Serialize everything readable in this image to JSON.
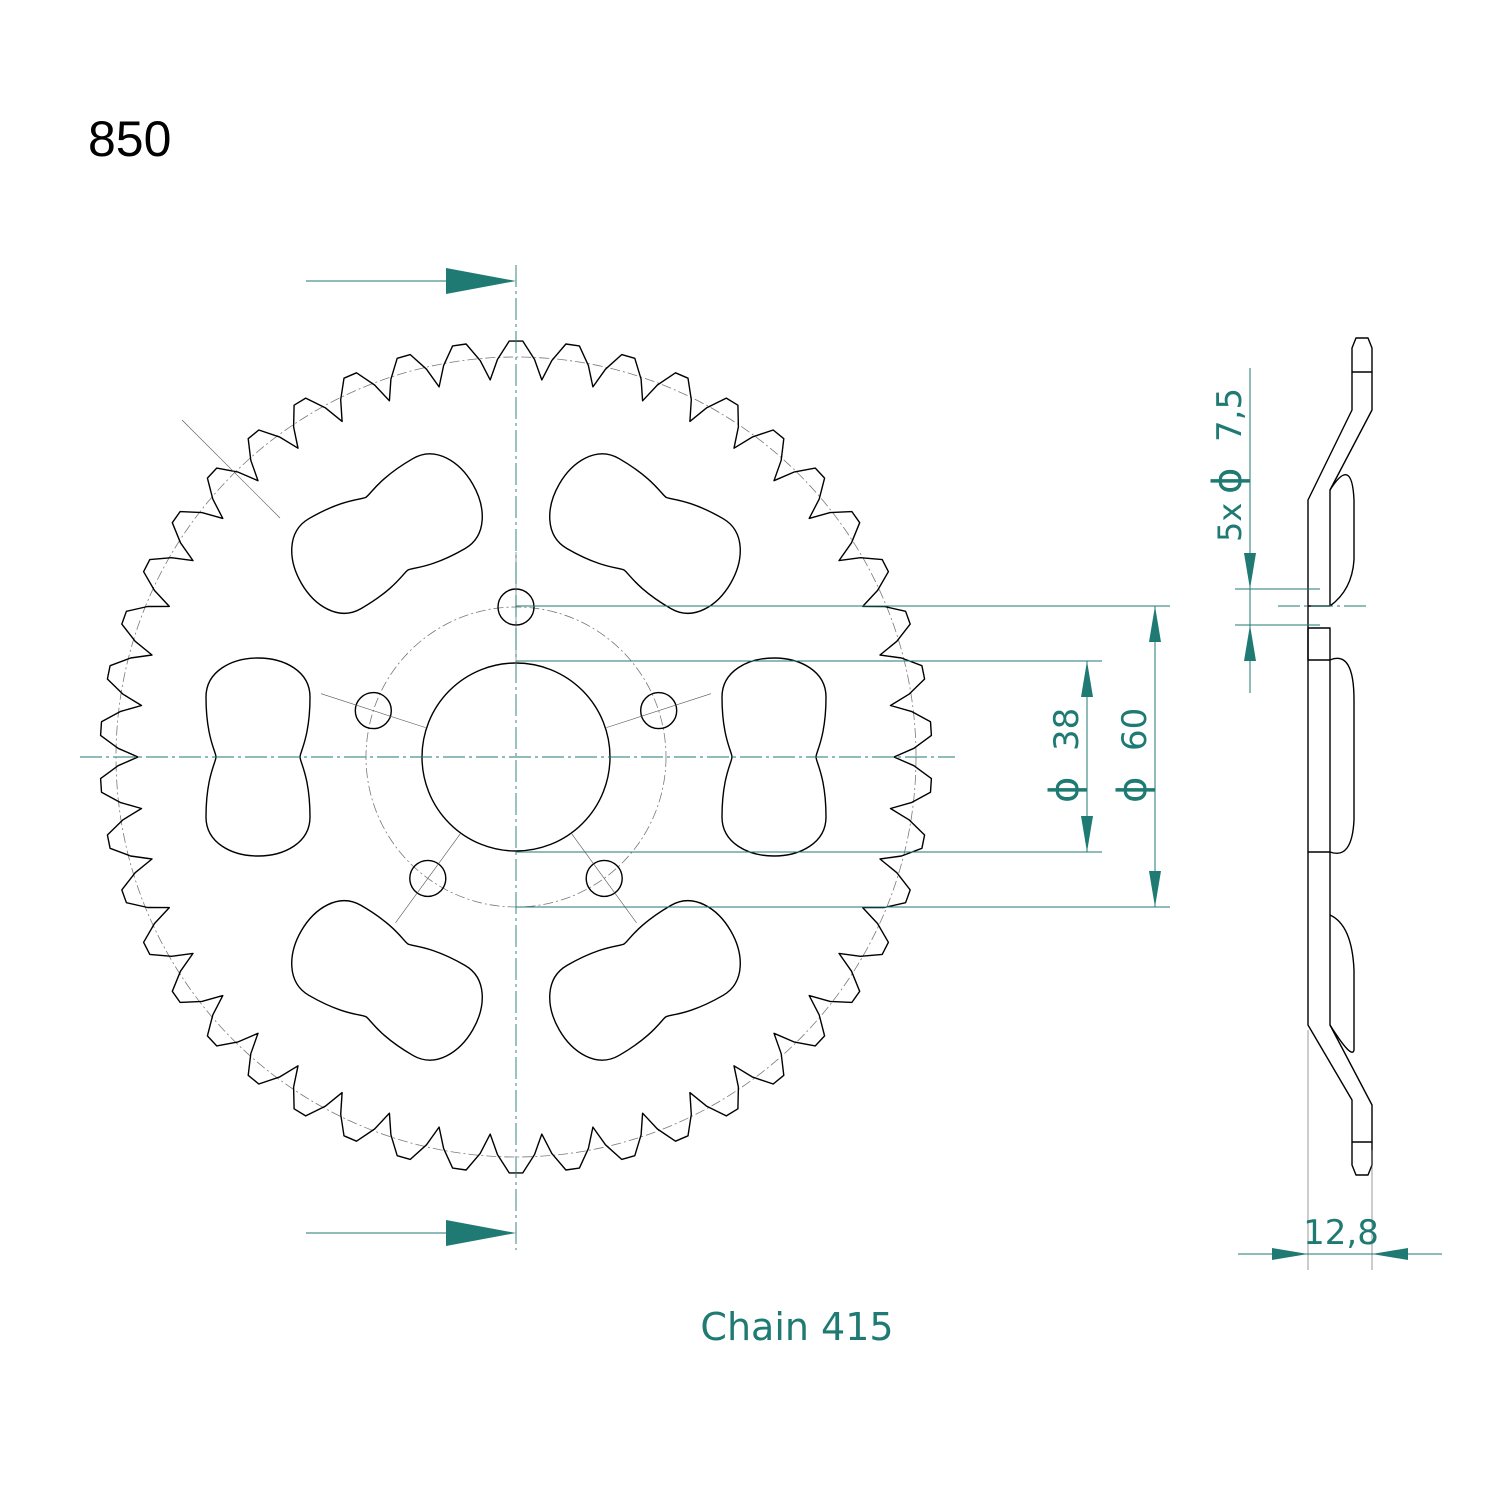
{
  "part_number": "850",
  "chain_label": "Chain 415",
  "dimensions": {
    "bolt_holes": {
      "count_prefix": "5x",
      "symbol": "ϕ",
      "value": "7,5"
    },
    "center_bore": {
      "symbol": "ϕ",
      "value": "38"
    },
    "bolt_circle": {
      "symbol": "ϕ",
      "value": "60"
    },
    "thickness": {
      "value": "12,8"
    }
  },
  "sprocket": {
    "teeth": 46,
    "bolt_hole_count": 5,
    "lightening_slot_count": 6
  },
  "colors": {
    "dimension": "#1f7a73",
    "outline": "#000000"
  }
}
